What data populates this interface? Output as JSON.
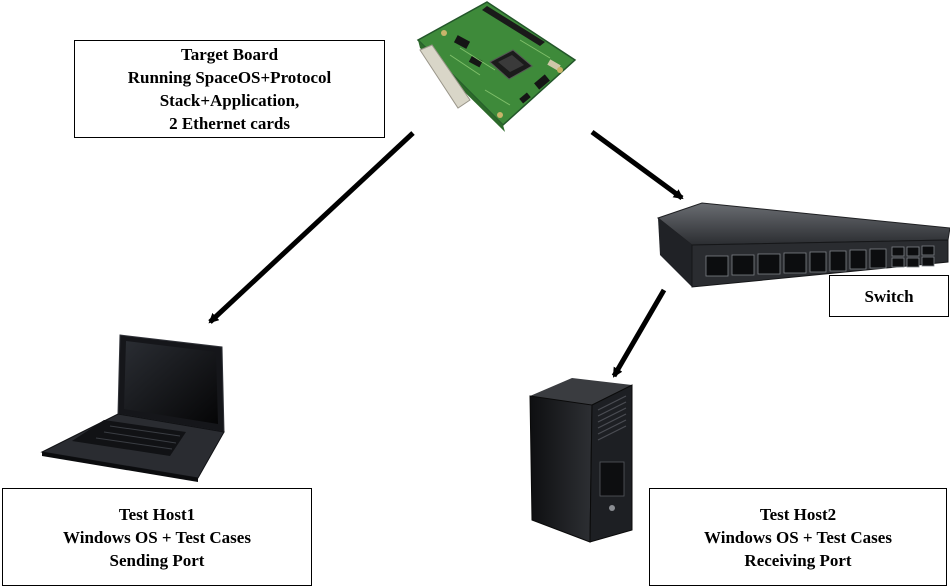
{
  "target_board": {
    "icon": "circuit-board-icon",
    "lines": [
      "Target Board",
      "Running SpaceOS+Protocol",
      "Stack+Application,",
      "2 Ethernet cards"
    ]
  },
  "switch": {
    "icon": "network-switch-icon",
    "lines": [
      "Switch"
    ]
  },
  "test_host1": {
    "icon": "laptop-icon",
    "lines": [
      "Test Host1",
      "Windows OS + Test Cases",
      "Sending Port"
    ]
  },
  "test_host2": {
    "icon": "tower-server-icon",
    "lines": [
      "Test Host2",
      "Windows OS + Test Cases",
      "Receiving Port"
    ]
  },
  "colors": {
    "board_green": "#3e8a3a",
    "device_dark": "#1c1e22",
    "arrow": "#000000"
  }
}
